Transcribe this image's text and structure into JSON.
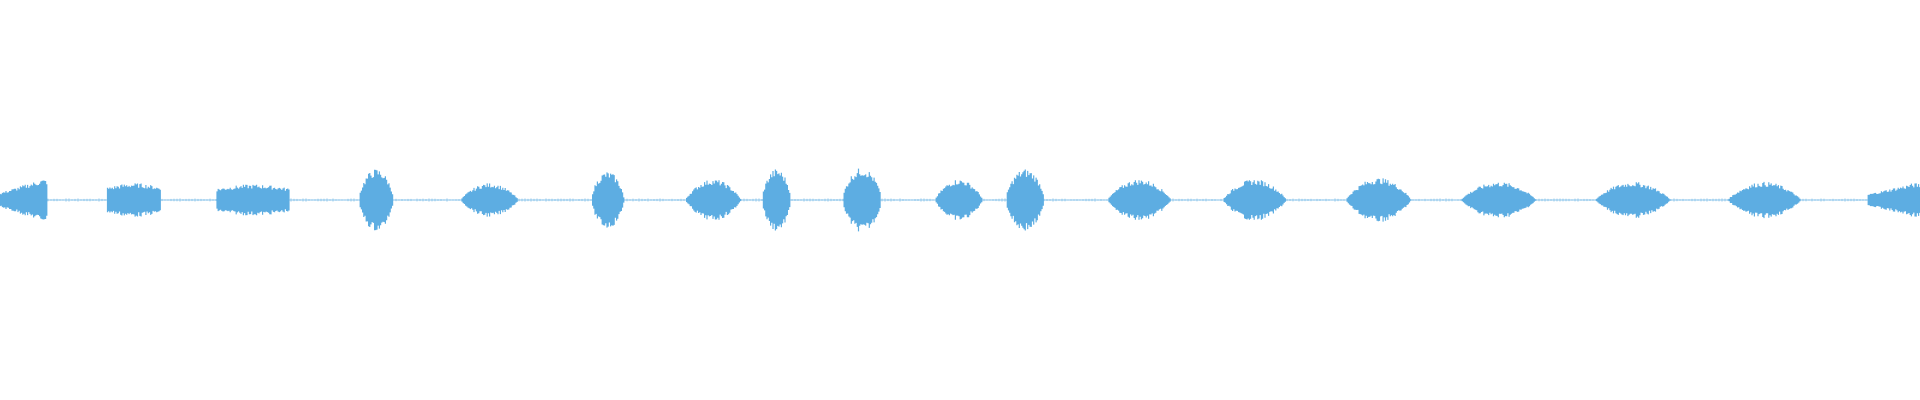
{
  "waveform": {
    "color": "#5dade2",
    "baseline": 0.0,
    "amplitude_range": [
      -1,
      1
    ],
    "duration_fraction": 1.0,
    "noise_floor": 0.01,
    "segments": [
      {
        "start": 0.0,
        "end": 0.025,
        "amplitude": 0.16,
        "shape": "ramp-up"
      },
      {
        "start": 0.056,
        "end": 0.084,
        "amplitude": 0.13,
        "shape": "flat"
      },
      {
        "start": 0.113,
        "end": 0.151,
        "amplitude": 0.12,
        "shape": "flat"
      },
      {
        "start": 0.187,
        "end": 0.205,
        "amplitude": 0.24,
        "shape": "bump"
      },
      {
        "start": 0.24,
        "end": 0.27,
        "amplitude": 0.13,
        "shape": "dome"
      },
      {
        "start": 0.308,
        "end": 0.325,
        "amplitude": 0.22,
        "shape": "bump"
      },
      {
        "start": 0.357,
        "end": 0.386,
        "amplitude": 0.16,
        "shape": "dome"
      },
      {
        "start": 0.397,
        "end": 0.412,
        "amplitude": 0.24,
        "shape": "bump"
      },
      {
        "start": 0.439,
        "end": 0.459,
        "amplitude": 0.25,
        "shape": "bump"
      },
      {
        "start": 0.487,
        "end": 0.512,
        "amplitude": 0.16,
        "shape": "dome"
      },
      {
        "start": 0.524,
        "end": 0.544,
        "amplitude": 0.24,
        "shape": "bump"
      },
      {
        "start": 0.577,
        "end": 0.61,
        "amplitude": 0.16,
        "shape": "dome"
      },
      {
        "start": 0.637,
        "end": 0.67,
        "amplitude": 0.16,
        "shape": "dome"
      },
      {
        "start": 0.701,
        "end": 0.735,
        "amplitude": 0.17,
        "shape": "dome"
      },
      {
        "start": 0.761,
        "end": 0.8,
        "amplitude": 0.14,
        "shape": "dome"
      },
      {
        "start": 0.831,
        "end": 0.87,
        "amplitude": 0.14,
        "shape": "dome"
      },
      {
        "start": 0.9,
        "end": 0.938,
        "amplitude": 0.14,
        "shape": "dome"
      },
      {
        "start": 0.973,
        "end": 1.0,
        "amplitude": 0.13,
        "shape": "ramp-up"
      }
    ]
  }
}
